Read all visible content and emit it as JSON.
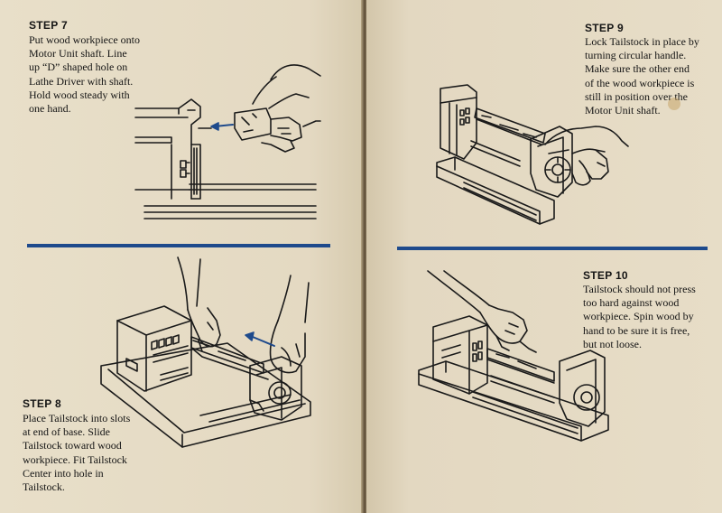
{
  "step7": {
    "title": "STEP 7",
    "lines": [
      "Put wood workpiece onto",
      "Motor Unit shaft. Line",
      "up “D” shaped hole on",
      "Lathe Driver with shaft.",
      "Hold wood steady with",
      "one hand."
    ]
  },
  "step8": {
    "title": "STEP 8",
    "lines": [
      "Place Tailstock into slots",
      "at end of base. Slide",
      "Tailstock toward wood",
      "workpiece. Fit Tailstock",
      "Center into hole in",
      "Tailstock."
    ]
  },
  "step9": {
    "title": "STEP 9",
    "lines": [
      "Lock Tailstock in place by",
      "turning circular handle.",
      "Make sure the other end",
      "of the wood workpiece is",
      "still in position over the",
      "Motor Unit shaft."
    ]
  },
  "step10": {
    "title": "STEP 10",
    "lines": [
      "Tailstock should not press",
      "too hard against wood",
      "workpiece. Spin wood by",
      "hand to be sure it is free,",
      "but not loose."
    ]
  },
  "colors": {
    "paper": "#e6dcc5",
    "divider": "#1e4a8c",
    "arrow": "#1e4a8c",
    "ink": "#141414"
  }
}
